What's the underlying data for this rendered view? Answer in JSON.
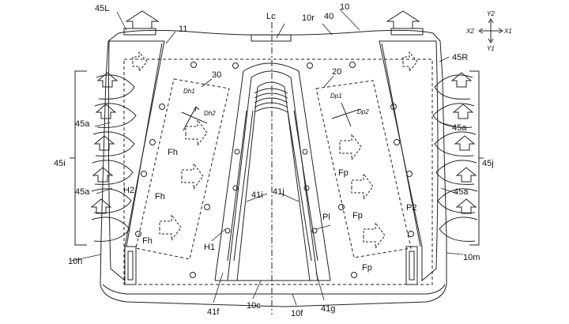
{
  "figure": {
    "labels": {
      "l45L": "45L",
      "lLc": "Lc",
      "l10r": "10r",
      "l40": "40",
      "l10": "10",
      "l11": "11",
      "l45R": "45R",
      "l30": "30",
      "l20": "20",
      "l45a_1": "45a",
      "l45a_2": "45a",
      "l45a_3": "45a",
      "l45a_4": "45a",
      "l45i": "45i",
      "l45j": "45j",
      "l41i": "41i",
      "l41j": "41j",
      "lPl": "Pl",
      "lP2": "P2",
      "lH2": "H2",
      "lH1": "H1",
      "l10h": "10h",
      "l10m": "10m",
      "l41f": "41f",
      "l10c": "10c",
      "l10f": "10f",
      "l41g": "41g",
      "lFh1": "Fh",
      "lFh2": "Fh",
      "lFh3": "Fh",
      "lFp1": "Fp",
      "lFp2": "Fp",
      "lFp3": "Fp",
      "lDh1": "Dh1",
      "lDh2": "Dh2",
      "lDp1": "Dp1",
      "lDp2": "Dp2"
    },
    "compass": {
      "y2": "Y2",
      "y1": "Y1",
      "x1": "X1",
      "x2": "X2"
    }
  }
}
